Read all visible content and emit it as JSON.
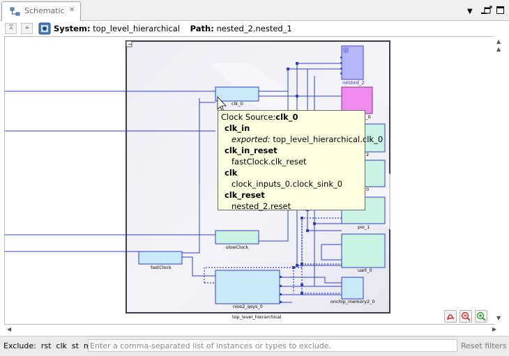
{
  "tab": {
    "label": "Schematic",
    "close": "✕"
  },
  "window_controls": {
    "dropdown": "▼",
    "minimize": "▭",
    "restore": "⧉",
    "maximize": "▭"
  },
  "toolbar": {
    "system_label": "System:",
    "system_value": "top_level_hierarchical",
    "path_label": "Path:",
    "path_value": "nested_2.nested_1"
  },
  "schematic": {
    "container_label": "top_level_hierarchical",
    "components": [
      "nested_2",
      "clk_0",
      "slowClock",
      "fastClock",
      "nios2_qsys_0",
      "pio_1",
      "uart_0",
      "onchip_memory2_0"
    ],
    "partial_labels": [
      "s_0",
      "2",
      "0"
    ],
    "collapse_glyph": "−"
  },
  "tooltip": {
    "title_prefix": "Clock Source:",
    "title_name": "clk_0",
    "ports": [
      {
        "name": "clk_in",
        "note_label": "exported:",
        "value": "top_level_hierarchical.clk_0"
      },
      {
        "name": "clk_in_reset",
        "value": "fastClock.clk_reset"
      },
      {
        "name": "clk",
        "value": "clock_inputs_0.clock_sink_0"
      },
      {
        "name": "clk_reset",
        "value": "nested_2.reset"
      }
    ]
  },
  "status": {
    "exclude_label": "Exclude:",
    "filters": [
      "rst",
      "clk",
      "st",
      "mm"
    ],
    "input_placeholder": "Enter a comma-separated list of instances or types to exclude.",
    "reset_label": "Reset filters"
  },
  "colors": {
    "wire": "#2f3ec4",
    "module_fill": "#c8eaf8",
    "module_mint": "#c9f4e4",
    "module_magenta": "#f08cf0",
    "nested_fill": "#b4b8fa",
    "tooltip_bg": "#ffffe1"
  }
}
